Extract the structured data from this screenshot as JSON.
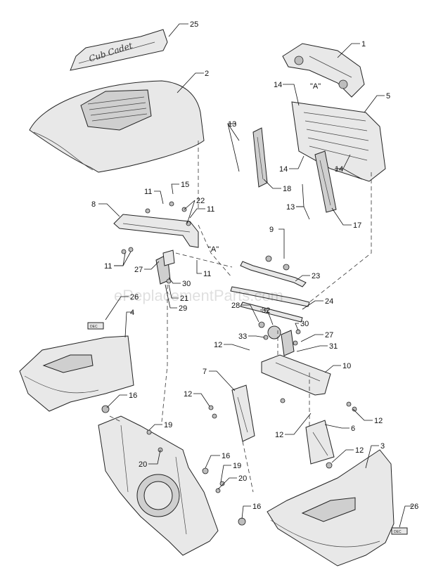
{
  "watermark": "eReplacementParts.com",
  "view_marker": "\"A\"",
  "logo_text": "Cub Cadet",
  "callouts": {
    "c1": "1",
    "c2": "2",
    "c3": "3",
    "c4": "4",
    "c5": "5",
    "c6": "6",
    "c7": "7",
    "c8": "8",
    "c9": "9",
    "c10": "10",
    "c11a": "11",
    "c11b": "11",
    "c11c": "11",
    "c11d": "11",
    "c12a": "12",
    "c12b": "12",
    "c12c": "12",
    "c12d": "12",
    "c12e": "12",
    "c13a": "13",
    "c13b": "13",
    "c14a": "14",
    "c14b": "14",
    "c14c": "14",
    "c15": "15",
    "c16a": "16",
    "c16b": "16",
    "c16c": "16",
    "c17": "17",
    "c18": "18",
    "c19a": "19",
    "c19b": "19",
    "c20a": "20",
    "c20b": "20",
    "c21": "21",
    "c22": "22",
    "c23": "23",
    "c24": "24",
    "c25": "25",
    "c26a": "26",
    "c26b": "26",
    "c27a": "27",
    "c27b": "27",
    "c28": "28",
    "c29": "29",
    "c30a": "30",
    "c30b": "30",
    "c31": "31",
    "c32": "32",
    "c33": "33"
  }
}
